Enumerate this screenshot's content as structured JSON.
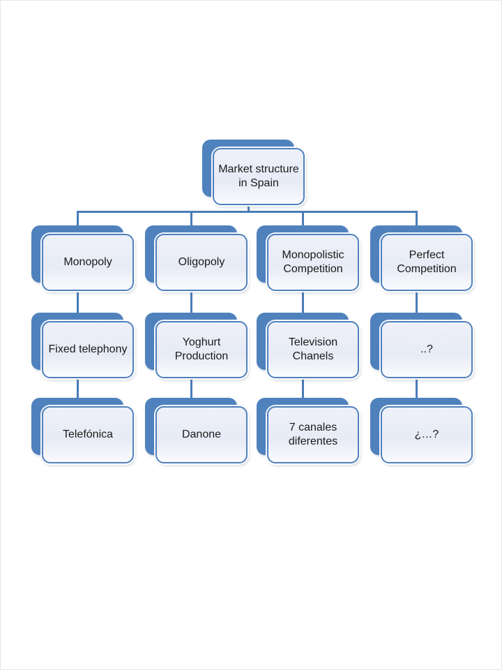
{
  "diagram": {
    "root": {
      "label": "Market structure in Spain"
    },
    "columns": [
      {
        "category": "Monopoly",
        "example": "Fixed telephony",
        "case": "Telefónica"
      },
      {
        "category": "Oligopoly",
        "example": "Yoghurt Production",
        "case": "Danone"
      },
      {
        "category": "Monopolistic Competition",
        "example": "Television Chanels",
        "case": "7 canales diferentes"
      },
      {
        "category": "Perfect Competition",
        "example": "..?",
        "case": "¿…?"
      }
    ]
  },
  "colors": {
    "accent": "#4f81bd",
    "connector": "#4a7cb8",
    "box_fill_top": "#eef1f9",
    "box_fill_bottom": "#fafbfe",
    "text": "#1a1a1a",
    "background": "#ffffff"
  }
}
